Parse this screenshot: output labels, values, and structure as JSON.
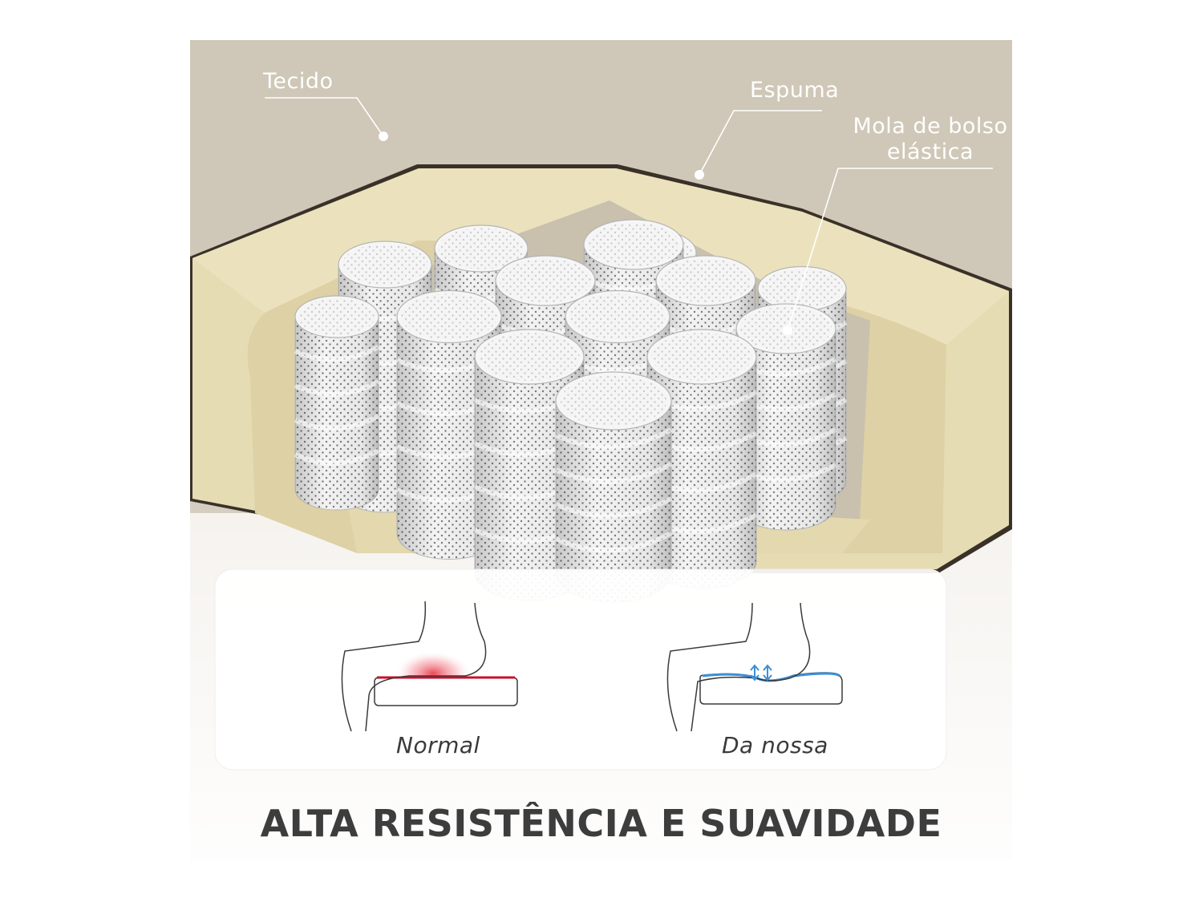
{
  "labels": {
    "fabric": "Tecido",
    "foam": "Espuma",
    "spring_line1": "Mola de bolso",
    "spring_line2": "elástica"
  },
  "comparison": {
    "left_caption": "Normal",
    "right_caption": "Da nossa"
  },
  "headline": "ALTA RESISTÊNCIA E SUAVIDADE",
  "colors": {
    "fabric": "#cfc7b7",
    "foam": "#e6dcb4",
    "spring_cover": "#f2f2f2",
    "pressure_red": "#e8283a",
    "support_blue": "#3c8fd8",
    "headline": "#3d3d3d"
  }
}
